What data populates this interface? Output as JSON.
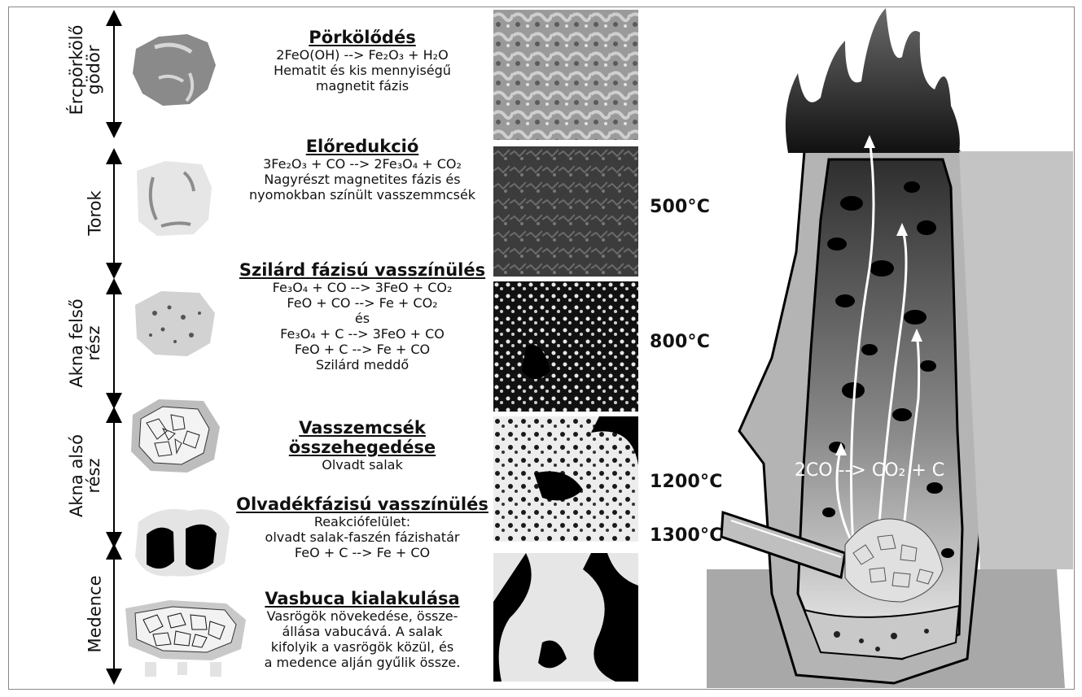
{
  "zones": [
    {
      "label_line1": "Ércpörkölő",
      "label_line2": "gödör"
    },
    {
      "label_line1": "Torok",
      "label_line2": ""
    },
    {
      "label_line1": "Akna felső",
      "label_line2": "rész"
    },
    {
      "label_line1": "Akna alsó",
      "label_line2": "rész"
    },
    {
      "label_line1": "Medence",
      "label_line2": ""
    }
  ],
  "stages": [
    {
      "title": "Pörkölődés",
      "lines": [
        "2FeO(OH) --> Fe₂O₃ + H₂O",
        "Hematit és kis mennyiségű",
        "magnetit fázis"
      ]
    },
    {
      "title": "Előredukció",
      "lines": [
        "3Fe₂O₃ + CO --> 2Fe₃O₄ + CO₂",
        "Nagyrészt magnetites fázis és",
        "nyomokban színült vasszemmcsék"
      ]
    },
    {
      "title": "Szilárd fázisú vasszínülés",
      "lines": [
        "Fe₃O₄ + CO --> 3FeO + CO₂",
        "FeO + CO --> Fe + CO₂",
        "és",
        "Fe₃O₄ + C --> 3FeO + CO",
        "FeO + C --> Fe + CO",
        "Szilárd meddő"
      ]
    },
    {
      "title_line1": "Vasszemcsék",
      "title_line2": "összehegedése",
      "lines": [
        "Olvadt salak"
      ]
    },
    {
      "title": "Olvadékfázisú vasszínülés",
      "lines": [
        "Reakciófelület:",
        "olvadt salak-faszén fázishatár",
        "FeO + C --> Fe + CO"
      ]
    },
    {
      "title": "Vasbuca kialakulása",
      "lines": [
        "Vasrögök növekedése, össze-",
        "állása vabucává. A salak",
        "kifolyik a vasrögök közül, és",
        "a medence alján gyűlik össze."
      ]
    }
  ],
  "temperatures": [
    "500°C",
    "800°C",
    "1200°C",
    "1300°C"
  ],
  "furnace_equation": "2CO --> CO₂ + C"
}
